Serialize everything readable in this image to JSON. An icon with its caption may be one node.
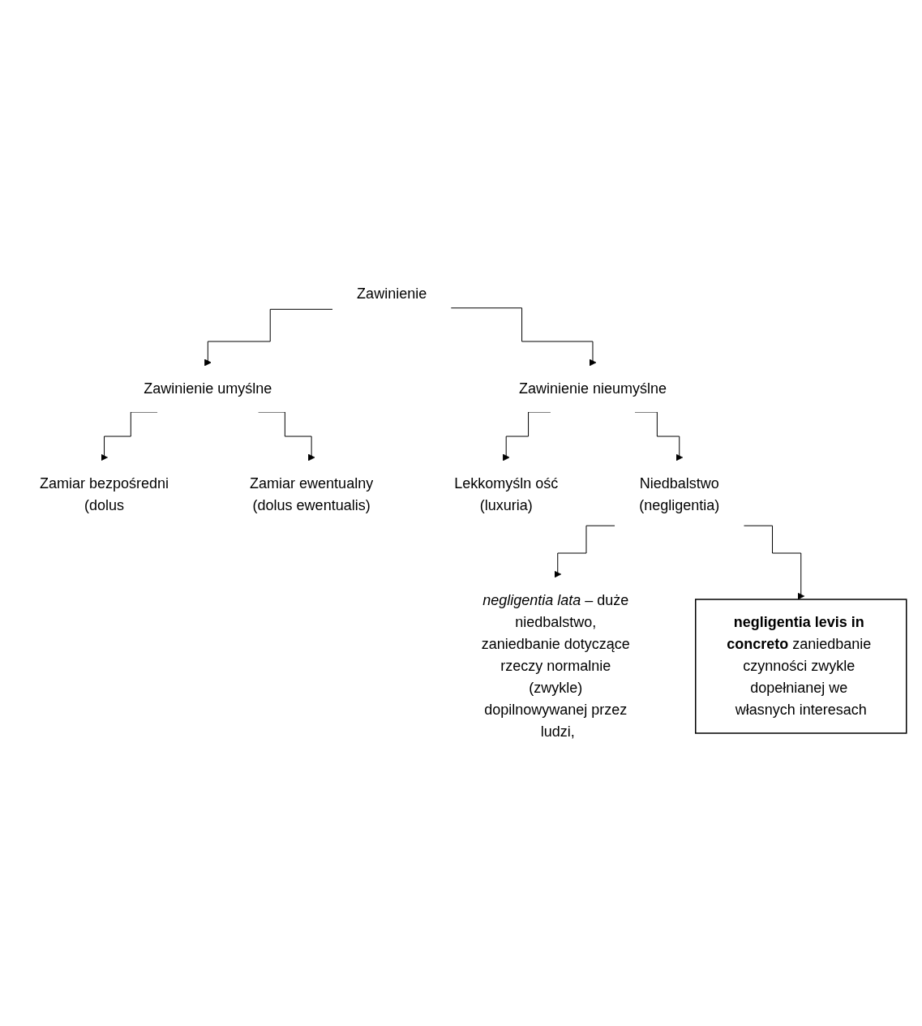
{
  "diagram": {
    "nodes": [
      {
        "text": [
          "Zawinienie"
        ]
      },
      {
        "text": [
          "Zawinienie umyślne"
        ]
      },
      {
        "text": [
          "Zawinienie nieumyślne"
        ]
      },
      {
        "text": [
          "Zamiar bezpośredni",
          "(dolus"
        ]
      },
      {
        "text": [
          "Zamiar ewentualny",
          "(dolus ewentualis)"
        ]
      },
      {
        "text": [
          "Lekkomyśln ość",
          "(luxuria)"
        ]
      },
      {
        "text": [
          "Niedbalstwo",
          "(negligentia)"
        ]
      },
      {
        "text": [
          "*negligentia lata* – duże niedbalstwo, zaniedbanie dotyczące rzeczy normalnie (zwykle) dopilnowywanej przez ludzi,"
        ]
      },
      {
        "text": [
          "**negligentia levis in concreto** zaniedbanie czynności zwykle dopełnianej we własnych interesach"
        ]
      }
    ],
    "edges": [
      {
        "from": 0,
        "to": 1,
        "arrow": "to"
      },
      {
        "from": 0,
        "to": 2,
        "arrow": "to"
      },
      {
        "from": 1,
        "to": 3,
        "arrow": "to"
      },
      {
        "from": 1,
        "to": 4,
        "arrow": "to"
      },
      {
        "from": 2,
        "to": 5,
        "arrow": "to"
      },
      {
        "from": 2,
        "to": 6,
        "arrow": "to"
      },
      {
        "from": 6,
        "to": 7,
        "arrow": "to"
      },
      {
        "from": 6,
        "to": 8,
        "arrow": "to"
      }
    ]
  }
}
